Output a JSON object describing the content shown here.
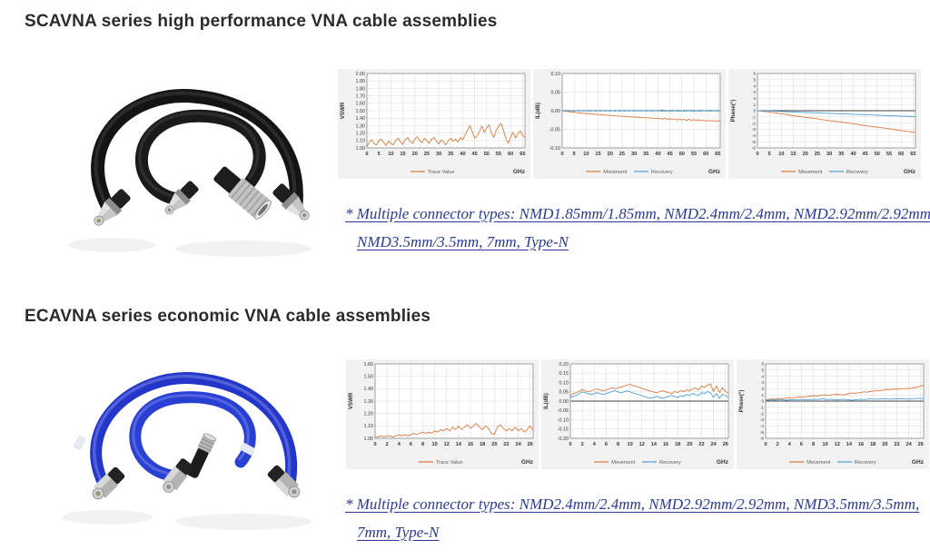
{
  "sections": [
    {
      "heading": "SCAVNA series high performance VNA cable assemblies",
      "note_lines": [
        "* Multiple connector types: NMD1.85mm/1.85mm, NMD2.4mm/2.4mm, NMD2.92mm/2.92mm,",
        "NMD3.5mm/3.5mm, 7mm, Type-N"
      ]
    },
    {
      "heading": "ECAVNA series economic VNA cable assemblies",
      "note_lines": [
        "* Multiple connector types: NMD2.4mm/2.4mm, NMD2.92mm/2.92mm, NMD3.5mm/3.5mm,",
        "7mm, Type-N"
      ]
    }
  ],
  "colors": {
    "heading": "#2b2b2b",
    "note_text": "#2a3a96",
    "movement_orange": "#e0793c",
    "recovery_blue": "#4da0d6",
    "grid": "#d9d9d9",
    "plot_border": "#8c8c8c",
    "panel_bg": "#f2f2f2"
  },
  "chart_data": [
    {
      "type": "line",
      "section": 0,
      "ylabel": "VSWR",
      "xlabel": "GHz",
      "ylim": [
        1.0,
        2.0
      ],
      "ytick_step": 0.1,
      "ydecimals": 2,
      "xlim": [
        0,
        66
      ],
      "xticks": [
        0,
        5,
        10,
        15,
        20,
        25,
        30,
        35,
        40,
        45,
        50,
        55,
        60,
        65
      ],
      "x_start": 0,
      "x_step": 1,
      "grid": true,
      "legend_position": "bottom",
      "series": [
        {
          "name": "Trace Value",
          "color": "#e0793c",
          "values": [
            1.02,
            1.08,
            1.11,
            1.06,
            1.04,
            1.1,
            1.12,
            1.07,
            1.03,
            1.09,
            1.06,
            1.04,
            1.1,
            1.13,
            1.08,
            1.05,
            1.11,
            1.14,
            1.09,
            1.06,
            1.12,
            1.15,
            1.1,
            1.07,
            1.13,
            1.1,
            1.06,
            1.12,
            1.14,
            1.09,
            1.05,
            1.11,
            1.08,
            1.04,
            1.1,
            1.13,
            1.09,
            1.12,
            1.08,
            1.14,
            1.11,
            1.17,
            1.24,
            1.3,
            1.22,
            1.13,
            1.16,
            1.22,
            1.29,
            1.21,
            1.27,
            1.31,
            1.2,
            1.14,
            1.24,
            1.29,
            1.33,
            1.24,
            1.13,
            1.06,
            1.14,
            1.21,
            1.13,
            1.19,
            1.23,
            1.17,
            1.14
          ]
        }
      ]
    },
    {
      "type": "line",
      "section": 0,
      "ylabel": "IL(dB)",
      "xlabel": "GHz",
      "ylim": [
        -0.1,
        0.1
      ],
      "ytick_step": 0.05,
      "ydecimals": 2,
      "xlim": [
        0,
        66
      ],
      "xticks": [
        0,
        5,
        10,
        15,
        20,
        25,
        30,
        35,
        40,
        45,
        50,
        55,
        60,
        65
      ],
      "x_start": 0,
      "x_step": 1,
      "grid": true,
      "legend_position": "bottom",
      "series": [
        {
          "name": "Movement",
          "color": "#e0793c",
          "values": [
            0.0,
            -0.001,
            -0.002,
            -0.003,
            -0.004,
            -0.004,
            -0.005,
            -0.006,
            -0.006,
            -0.007,
            -0.008,
            -0.008,
            -0.009,
            -0.009,
            -0.01,
            -0.01,
            -0.011,
            -0.011,
            -0.012,
            -0.012,
            -0.013,
            -0.013,
            -0.014,
            -0.014,
            -0.015,
            -0.015,
            -0.015,
            -0.016,
            -0.016,
            -0.017,
            -0.017,
            -0.017,
            -0.018,
            -0.018,
            -0.018,
            -0.019,
            -0.019,
            -0.02,
            -0.02,
            -0.02,
            -0.021,
            -0.021,
            -0.023,
            -0.02,
            -0.024,
            -0.021,
            -0.024,
            -0.022,
            -0.025,
            -0.022,
            -0.025,
            -0.023,
            -0.026,
            -0.023,
            -0.026,
            -0.024,
            -0.027,
            -0.024,
            -0.027,
            -0.025,
            -0.028,
            -0.026,
            -0.028,
            -0.026,
            -0.029,
            -0.027,
            -0.028
          ]
        },
        {
          "name": "Recovery",
          "color": "#4da0d6",
          "values": [
            0.0,
            0.001,
            0.0,
            -0.001,
            0.0,
            0.001,
            0.0,
            -0.001,
            0.0,
            0.001,
            0.0,
            -0.001,
            0.001,
            0.0,
            -0.001,
            0.0,
            0.001,
            0.0,
            -0.001,
            0.0,
            0.001,
            0.0,
            -0.001,
            0.0,
            0.001,
            0.0,
            -0.001,
            0.0,
            0.001,
            0.0,
            -0.001,
            0.0,
            0.001,
            -0.001,
            0.0,
            0.001,
            0.0,
            -0.001,
            0.001,
            0.0,
            -0.001,
            0.001,
            0.002,
            -0.002,
            0.001,
            -0.002,
            0.002,
            -0.001,
            0.002,
            -0.002,
            0.001,
            -0.002,
            0.002,
            -0.001,
            0.002,
            -0.002,
            0.001,
            -0.002,
            0.002,
            -0.001,
            0.001,
            -0.002,
            0.002,
            -0.001,
            0.001,
            -0.001,
            0.0
          ]
        }
      ]
    },
    {
      "type": "line",
      "section": 0,
      "ylabel": "Phase(°)",
      "xlabel": "GHz",
      "ylim": [
        -6,
        6
      ],
      "ytick_step": 1,
      "ydecimals": 0,
      "ytick_font": 4.6,
      "xlim": [
        0,
        66
      ],
      "xticks": [
        0,
        5,
        10,
        15,
        20,
        25,
        30,
        35,
        40,
        45,
        50,
        55,
        60,
        65
      ],
      "x": [
        0,
        5,
        10,
        15,
        20,
        25,
        30,
        35,
        40,
        45,
        50,
        55,
        60,
        66
      ],
      "grid": true,
      "legend_position": "bottom",
      "series": [
        {
          "name": "Movement",
          "color": "#e0793c",
          "values": [
            0,
            -0.2,
            -0.5,
            -0.8,
            -1.05,
            -1.3,
            -1.6,
            -1.85,
            -2.1,
            -2.4,
            -2.65,
            -2.9,
            -3.2,
            -3.5
          ]
        },
        {
          "name": "Recovery",
          "color": "#4da0d6",
          "values": [
            0,
            -0.05,
            -0.12,
            -0.2,
            -0.28,
            -0.35,
            -0.42,
            -0.5,
            -0.57,
            -0.64,
            -0.72,
            -0.8,
            -0.87,
            -0.95
          ]
        }
      ]
    },
    {
      "type": "line",
      "section": 1,
      "ylabel": "VSWR",
      "xlabel": "GHz",
      "ylim": [
        1.0,
        1.6
      ],
      "ytick_step": 0.1,
      "ydecimals": 2,
      "xlim": [
        0,
        26.5
      ],
      "xticks": [
        0,
        2,
        4,
        6,
        8,
        10,
        12,
        14,
        16,
        18,
        20,
        22,
        24,
        26
      ],
      "x_start": 0,
      "x_step": 0.5,
      "grid": true,
      "legend_position": "bottom",
      "series": [
        {
          "name": "Trace Value",
          "color": "#e0793c",
          "values": [
            1.01,
            1.01,
            1.02,
            1.01,
            1.02,
            1.02,
            1.01,
            1.02,
            1.03,
            1.02,
            1.03,
            1.02,
            1.03,
            1.04,
            1.03,
            1.04,
            1.05,
            1.04,
            1.05,
            1.04,
            1.06,
            1.05,
            1.07,
            1.06,
            1.08,
            1.06,
            1.09,
            1.07,
            1.1,
            1.07,
            1.09,
            1.11,
            1.08,
            1.1,
            1.12,
            1.09,
            1.07,
            1.1,
            1.08,
            1.04,
            1.03,
            1.09,
            1.11,
            1.08,
            1.06,
            1.08,
            1.06,
            1.09,
            1.06,
            1.08,
            1.05,
            1.07,
            1.1,
            1.06
          ]
        }
      ]
    },
    {
      "type": "line",
      "section": 1,
      "ylabel": "IL(dB)",
      "xlabel": "GHz",
      "ylim": [
        -0.2,
        0.2
      ],
      "ytick_step": 0.05,
      "ydecimals": 2,
      "xlim": [
        0,
        26.5
      ],
      "xticks": [
        0,
        2,
        4,
        6,
        8,
        10,
        12,
        14,
        16,
        18,
        20,
        22,
        24,
        26
      ],
      "x_start": 0,
      "x_step": 0.5,
      "grid": true,
      "legend_position": "bottom",
      "series": [
        {
          "name": "Movement",
          "color": "#e0793c",
          "values": [
            0.03,
            0.04,
            0.046,
            0.052,
            0.062,
            0.056,
            0.05,
            0.056,
            0.061,
            0.066,
            0.06,
            0.055,
            0.06,
            0.066,
            0.071,
            0.066,
            0.071,
            0.076,
            0.081,
            0.086,
            0.09,
            0.084,
            0.079,
            0.074,
            0.068,
            0.063,
            0.058,
            0.053,
            0.049,
            0.045,
            0.051,
            0.056,
            0.05,
            0.045,
            0.041,
            0.051,
            0.046,
            0.056,
            0.051,
            0.061,
            0.055,
            0.066,
            0.071,
            0.06,
            0.081,
            0.074,
            0.086,
            0.092,
            0.052,
            0.082,
            0.046,
            0.072,
            0.052,
            0.04
          ]
        },
        {
          "name": "Recovery",
          "color": "#4da0d6",
          "values": [
            0.02,
            0.026,
            0.031,
            0.04,
            0.05,
            0.045,
            0.04,
            0.035,
            0.04,
            0.046,
            0.04,
            0.035,
            0.04,
            0.046,
            0.051,
            0.056,
            0.05,
            0.045,
            0.05,
            0.055,
            0.05,
            0.044,
            0.039,
            0.034,
            0.029,
            0.024,
            0.019,
            0.015,
            0.02,
            0.026,
            0.02,
            0.015,
            0.021,
            0.026,
            0.031,
            0.025,
            0.02,
            0.03,
            0.025,
            0.036,
            0.03,
            0.041,
            0.035,
            0.03,
            0.046,
            0.04,
            0.051,
            0.045,
            0.02,
            0.041,
            0.015,
            0.036,
            0.03,
            0.02
          ]
        }
      ]
    },
    {
      "type": "line",
      "section": 1,
      "ylabel": "Phase(°)",
      "xlabel": "GHz",
      "ylim": [
        -6,
        6
      ],
      "ytick_step": 1,
      "ydecimals": 0,
      "ytick_font": 4.6,
      "xlim": [
        0,
        26.5
      ],
      "xticks": [
        0,
        2,
        4,
        6,
        8,
        10,
        12,
        14,
        16,
        18,
        20,
        22,
        24,
        26
      ],
      "x_start": 0,
      "x_step": 0.5,
      "grid": true,
      "legend_position": "bottom",
      "series": [
        {
          "name": "Movement",
          "color": "#e0793c",
          "values": [
            0.2,
            0.28,
            0.34,
            0.3,
            0.4,
            0.46,
            0.4,
            0.5,
            0.56,
            0.5,
            0.6,
            0.66,
            0.7,
            0.64,
            0.74,
            0.8,
            0.86,
            0.8,
            0.9,
            0.96,
            1.0,
            0.94,
            1.0,
            1.06,
            1.1,
            1.04,
            1.0,
            1.1,
            1.2,
            1.3,
            1.24,
            1.34,
            1.4,
            1.5,
            1.44,
            1.54,
            1.6,
            1.7,
            1.64,
            1.74,
            1.8,
            1.9,
            1.84,
            1.94,
            1.9,
            2.0,
            1.94,
            2.04,
            2.0,
            2.1,
            2.2,
            2.3,
            2.4,
            2.6
          ]
        },
        {
          "name": "Recovery",
          "color": "#4da0d6",
          "values": [
            0.1,
            0.14,
            0.2,
            0.14,
            0.2,
            0.25,
            0.2,
            0.15,
            0.2,
            0.25,
            0.2,
            0.25,
            0.3,
            0.24,
            0.2,
            0.25,
            0.3,
            0.25,
            0.3,
            0.35,
            0.3,
            0.24,
            0.3,
            0.25,
            0.2,
            0.25,
            0.3,
            0.25,
            0.2,
            0.15,
            0.2,
            0.25,
            0.3,
            0.25,
            0.3,
            0.35,
            0.3,
            0.35,
            0.3,
            0.35,
            0.4,
            0.34,
            0.3,
            0.35,
            0.4,
            0.35,
            0.4,
            0.35,
            0.3,
            0.35,
            0.4,
            0.45,
            0.4,
            0.5
          ]
        }
      ]
    }
  ]
}
